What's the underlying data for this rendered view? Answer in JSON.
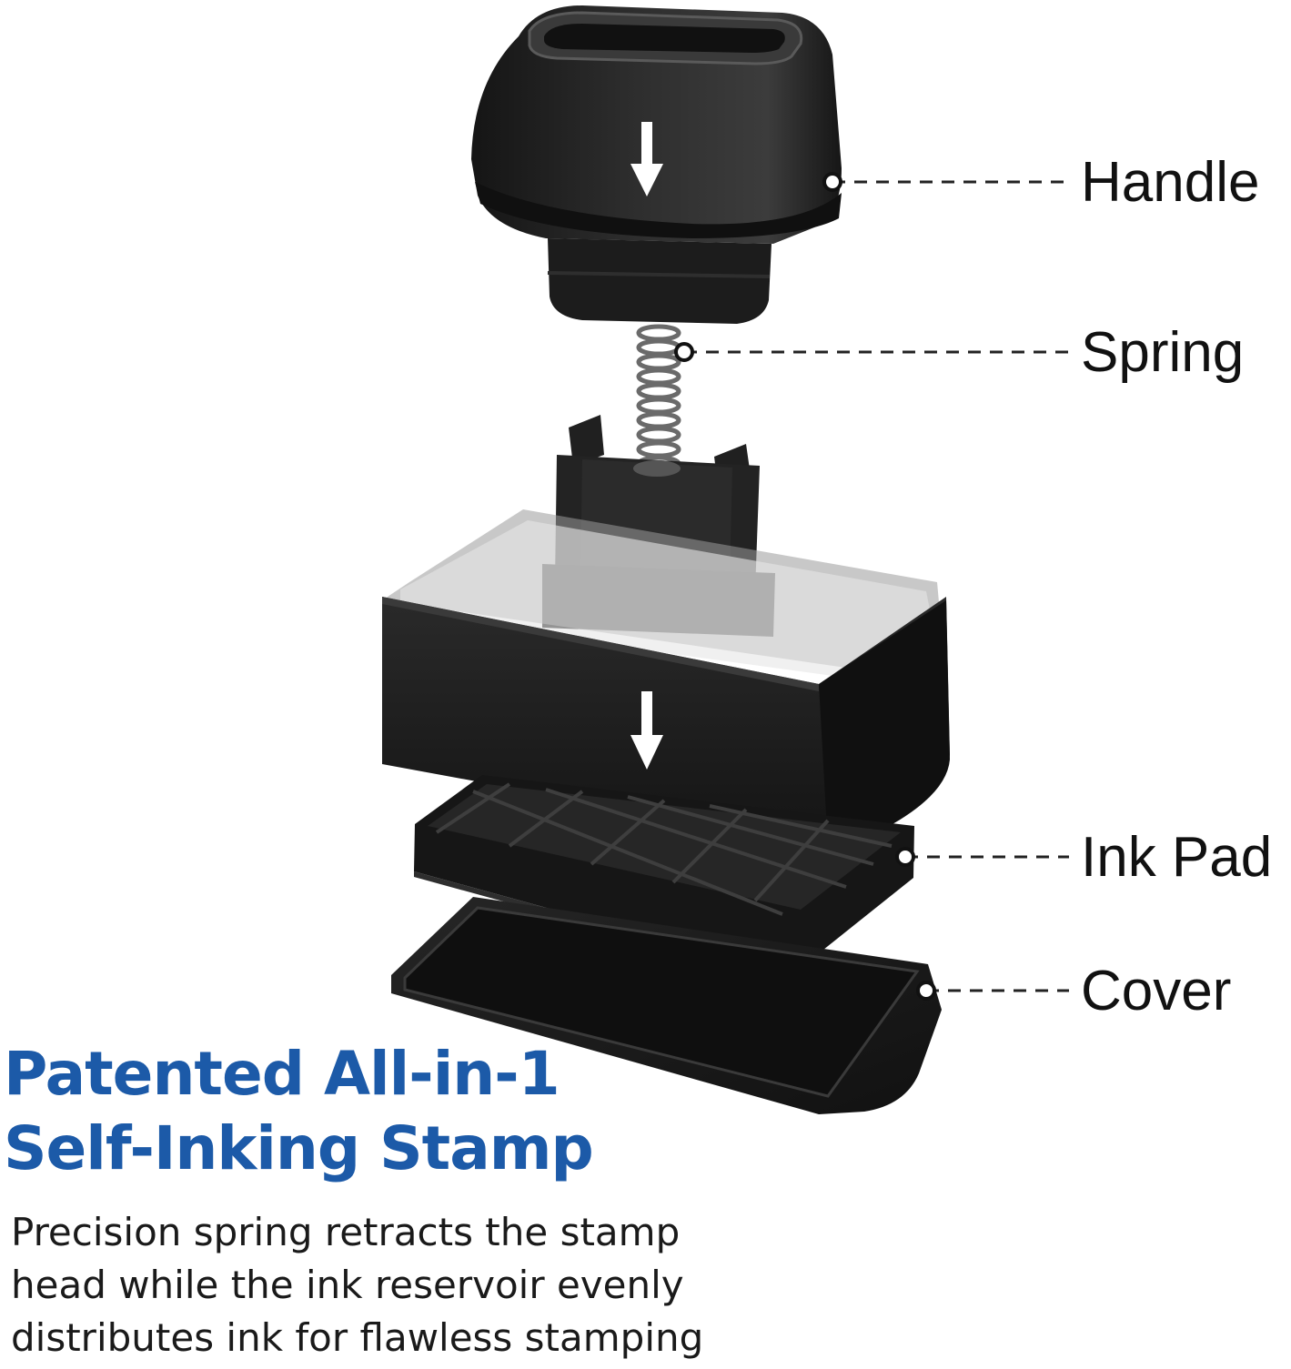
{
  "colors": {
    "headline": "#1c5aa8",
    "part_dark": "#1b1b1b",
    "part_mid": "#2c2c2c",
    "part_light": "#4a4a4a",
    "arrow": "#ffffff",
    "leader": "#222222"
  },
  "callouts": [
    {
      "name": "handle",
      "label": "Handle"
    },
    {
      "name": "spring",
      "label": "Spring"
    },
    {
      "name": "ink-pad",
      "label": "Ink Pad"
    },
    {
      "name": "cover",
      "label": "Cover"
    }
  ],
  "headline": {
    "line1": "Patented All-in-1",
    "line2": "Self-Inking Stamp"
  },
  "description": {
    "line1": "Precision spring retracts the stamp",
    "line2": "head while the ink reservoir evenly",
    "line3": "distributes ink for flawless stamping"
  },
  "icons": [
    "down-arrow-icon",
    "down-arrow-icon"
  ]
}
